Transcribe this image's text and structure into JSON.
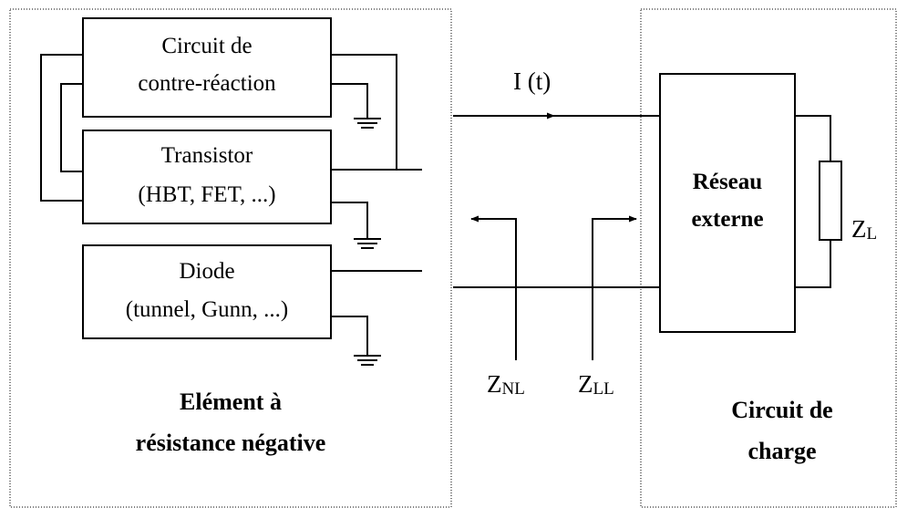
{
  "left_panel": {
    "feedback_block": {
      "line1": "Circuit de",
      "line2": "contre-réaction"
    },
    "transistor_block": {
      "line1": "Transistor",
      "line2": "(HBT, FET, ...)"
    },
    "diode_block": {
      "line1": "Diode",
      "line2": "(tunnel, Gunn, ...)"
    },
    "caption": {
      "line1": "Elément à",
      "line2": "résistance négative"
    }
  },
  "middle": {
    "current_label": "I (t)",
    "z_nl": {
      "main": "Z",
      "sub": "NL"
    },
    "z_ll": {
      "main": "Z",
      "sub": "LL"
    }
  },
  "right_panel": {
    "network_block": {
      "line1": "Réseau",
      "line2": "externe"
    },
    "load": {
      "main": "Z",
      "sub": "L"
    },
    "caption": {
      "line1": "Circuit de",
      "line2": "charge"
    }
  }
}
